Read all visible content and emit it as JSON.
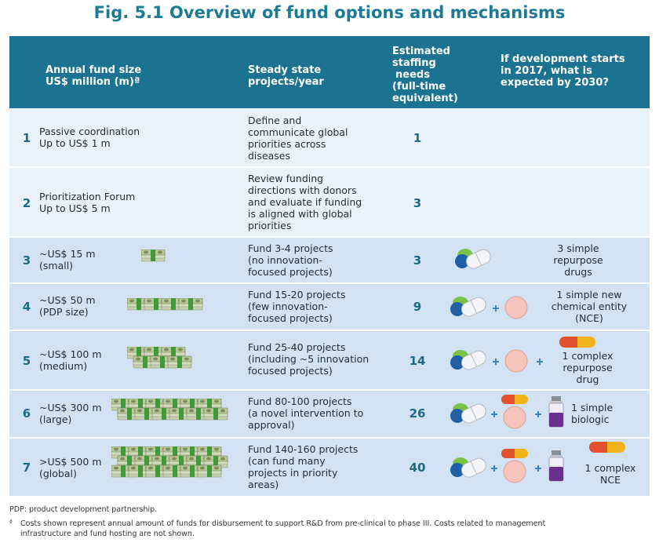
{
  "title": "Fig. 5.1 Overview of fund options and mechanisms",
  "header": {
    "fund_size_line1": "Annual fund size",
    "fund_size_line2": "US$ million (m)ª",
    "projects_line1": "Steady state",
    "projects_line2": "projects/year",
    "staffing_line1": "Estimated",
    "staffing_line2": "staffing",
    "staffing_line3": "needs",
    "staffing_line4": "(full-time",
    "staffing_line5": "equivalent)",
    "expected_line1": "If development starts",
    "expected_line2": "in 2017, what is",
    "expected_line3": "expected by 2030?"
  },
  "rows": [
    {
      "num": "1",
      "fund1": "Passive coordination",
      "fund2": "Up to US$ 1 m",
      "proj1": "Define and",
      "proj2": "communicate global",
      "proj3": "priorities across",
      "proj4": "diseases",
      "staff": "1",
      "exp1": "",
      "exp2": "",
      "exp3": ""
    },
    {
      "num": "2",
      "fund1": "Prioritization Forum",
      "fund2": "Up to US$ 5 m",
      "proj1": "Review funding",
      "proj2": "directions with donors",
      "proj3": "and evaluate if funding",
      "proj4": "is aligned with global",
      "proj5": "priorities",
      "staff": "3",
      "exp1": "",
      "exp2": "",
      "exp3": ""
    },
    {
      "num": "3",
      "fund1": "~US$ 15 m",
      "fund2": "(small)",
      "proj1": "Fund 3-4 projects",
      "proj2": "(no innovation-",
      "proj3": "focused projects)",
      "staff": "3",
      "exp1": "3 simple",
      "exp2": "repurpose",
      "exp3": "drugs"
    },
    {
      "num": "4",
      "fund1": "~US$ 50 m",
      "fund2": "(PDP size)",
      "proj1": "Fund 15-20 projects",
      "proj2": "(few innovation-",
      "proj3": "focused projects)",
      "staff": "9",
      "exp1": "1 simple new",
      "exp2": "chemical entity",
      "exp3": "(NCE)"
    },
    {
      "num": "5",
      "fund1": "~US$ 100 m",
      "fund2": "(medium)",
      "proj1": "Fund 25-40 projects",
      "proj2": "(including ~5 innovation",
      "proj3": "focused projects)",
      "staff": "14",
      "exp1": "1 complex",
      "exp2": "repurpose",
      "exp3": "drug"
    },
    {
      "num": "6",
      "fund1": "~US$ 300 m",
      "fund2": "(large)",
      "proj1": "Fund 80-100 projects",
      "proj2": "(a novel intervention to",
      "proj3": "approval)",
      "staff": "26",
      "exp1": "1 simple",
      "exp2": "biologic",
      "exp3": ""
    },
    {
      "num": "7",
      "fund1": ">US$ 500 m",
      "fund2": "(global)",
      "proj1": "Fund 140-160 projects",
      "proj2": "(can fund many",
      "proj3": "projects in priority",
      "proj4": "areas)",
      "staff": "40",
      "exp1": "1 complex",
      "exp2": "NCE",
      "exp3": ""
    }
  ],
  "footnotes": {
    "pdp": "PDP: product development partnership.",
    "a_mark": "ª",
    "a_line1": "Costs shown represent annual amount of funds for disbursement to support R&D from pre-clinical to phase III. Costs related to management",
    "a_line2": "infrastructure and fund hosting are not shown."
  },
  "icon_names": [
    "cash-stack-icon",
    "pill-capsule-icon",
    "round-tablet-icon",
    "orange-capsule-icon",
    "vial-icon",
    "plus-icon"
  ],
  "colors": {
    "title": "#1d7a95",
    "header_bg": "#1b7391",
    "row_light": "#eaf2f9",
    "row_mid": "#d2e2f2",
    "accent_num": "#1d6a86"
  }
}
